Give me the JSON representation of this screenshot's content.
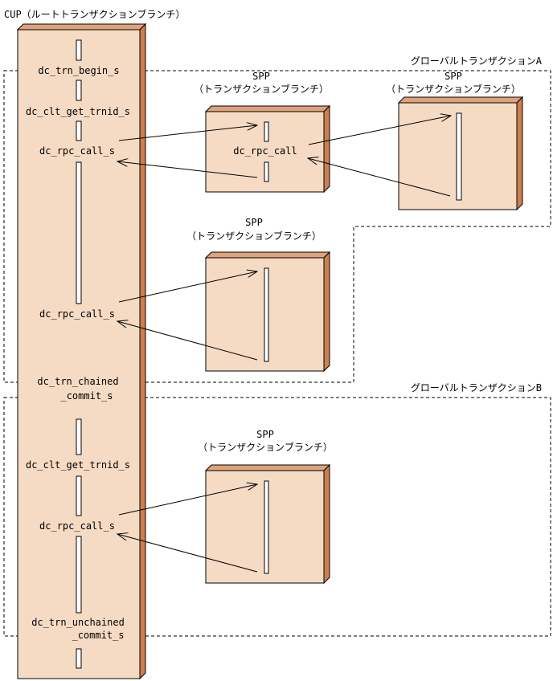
{
  "title": "CUP（ルートトランザクションブランチ）",
  "colors": {
    "box_face": "#f5dbc4",
    "box_side": "#cd7f4f",
    "box_top": "#dfa37c",
    "outline": "#000000"
  },
  "groups": [
    {
      "label": "グローバルトランザクションA"
    },
    {
      "label": "グローバルトランザクションB"
    }
  ],
  "cup_calls": [
    "dc_trn_begin_s",
    "dc_clt_get_trnid_s",
    "dc_rpc_call_s",
    "dc_rpc_call_s",
    "dc_trn_chained",
    "_commit_s",
    "dc_clt_get_trnid_s",
    "dc_rpc_call_s",
    "dc_trn_unchained",
    "_commit_s"
  ],
  "spp": [
    {
      "name": "SPP",
      "branch": "（トランザクションブランチ）",
      "call": "dc_rpc_call"
    },
    {
      "name": "SPP",
      "branch": "（トランザクションブランチ）"
    },
    {
      "name": "SPP",
      "branch": "（トランザクションブランチ）"
    },
    {
      "name": "SPP",
      "branch": "（トランザクションブランチ）"
    }
  ]
}
